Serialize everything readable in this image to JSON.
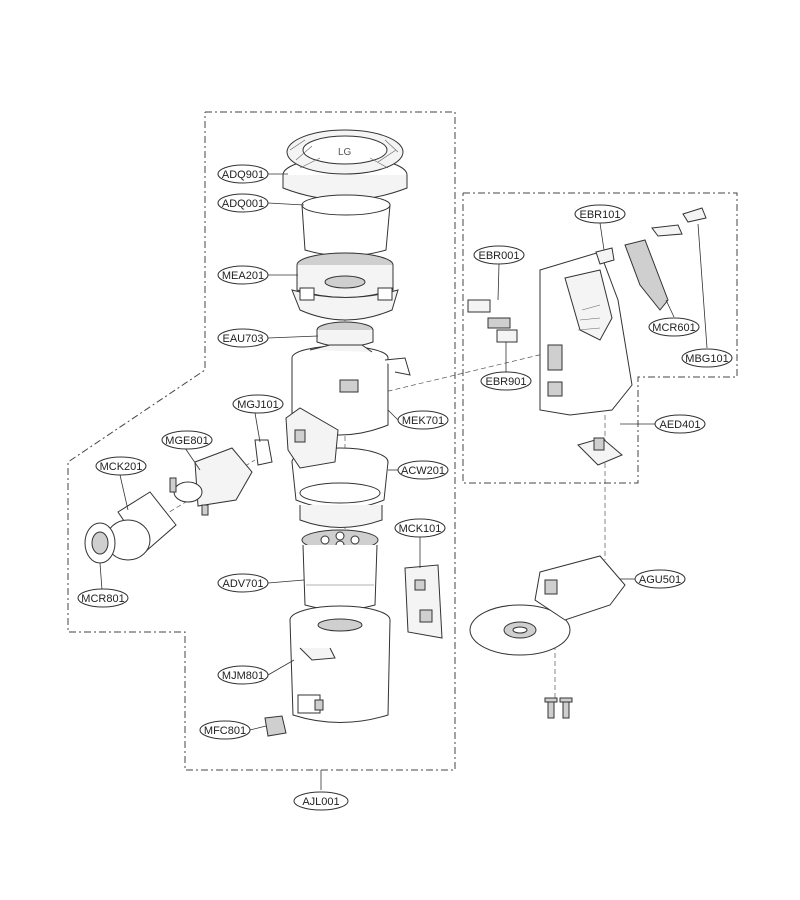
{
  "diagram": {
    "labels": {
      "ADQ901": "ADQ901",
      "ADQ001": "ADQ001",
      "MEA201": "MEA201",
      "EAU703": "EAU703",
      "MGJ101": "MGJ101",
      "MGE801": "MGE801",
      "MCK201": "MCK201",
      "MCR801": "MCR801",
      "MEK701": "MEK701",
      "ACW201": "ACW201",
      "MCK101": "MCK101",
      "ADV701": "ADV701",
      "MJM801": "MJM801",
      "MFC801": "MFC801",
      "AJL001": "AJL001",
      "EBR101": "EBR101",
      "EBR001": "EBR001",
      "MCR601": "MCR601",
      "MBG101": "MBG101",
      "EBR901": "EBR901",
      "AED401": "AED401",
      "AGU501": "AGU501"
    },
    "logo_text": "LG"
  }
}
